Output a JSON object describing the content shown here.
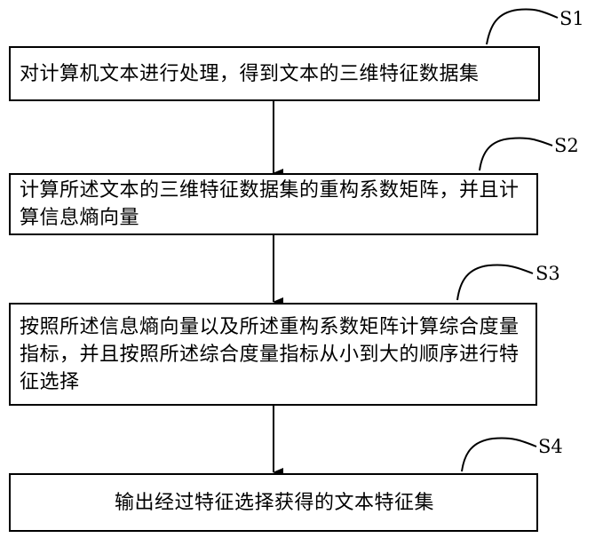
{
  "steps": [
    {
      "label": "S1",
      "text": "对计算机文本进行处理，得到文本的三维特征数据集"
    },
    {
      "label": "S2",
      "text": "计算所述文本的三维特征数据集的重构系数矩阵，并且计算信息熵向量"
    },
    {
      "label": "S3",
      "text": "按照所述信息熵向量以及所述重构系数矩阵计算综合度量指标，并且按照所述综合度量指标从小到大的顺序进行特征选择"
    },
    {
      "label": "S4",
      "text": "输出经过特征选择获得的文本特征集"
    }
  ]
}
